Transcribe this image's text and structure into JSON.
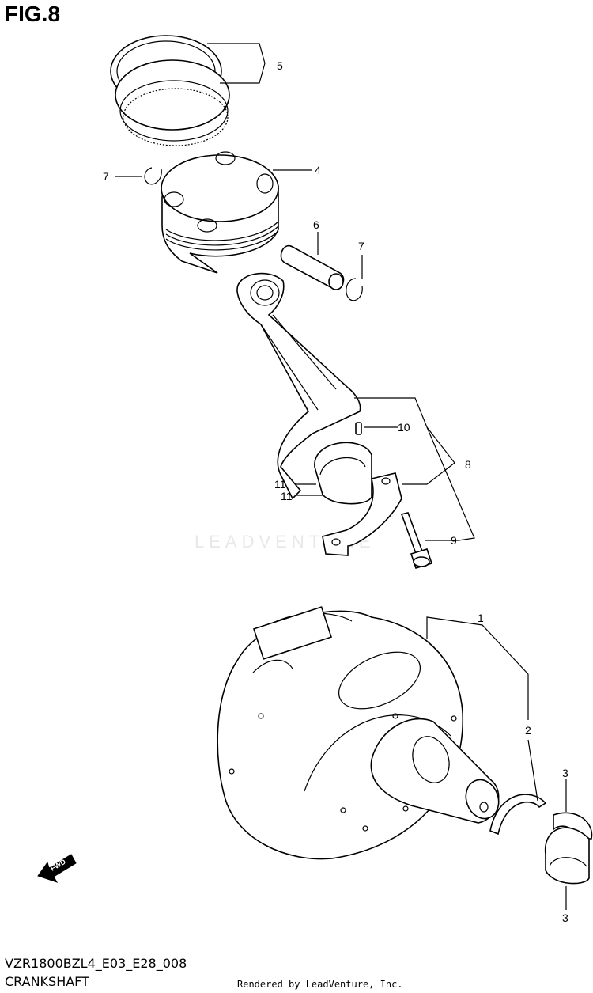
{
  "figure": {
    "title": "FIG.8",
    "model_code": "VZR1800BZL4_E03_E28_008",
    "section_name": "CRANKSHAFT",
    "credit": "Rendered by LeadVenture, Inc.",
    "watermark": "LEADVENTURE"
  },
  "direction_indicator": {
    "label": "FWD",
    "icon": "forward-arrow-icon"
  },
  "callouts": [
    {
      "id": "c5",
      "label": "5"
    },
    {
      "id": "c4",
      "label": "4"
    },
    {
      "id": "c7a",
      "label": "7"
    },
    {
      "id": "c6",
      "label": "6"
    },
    {
      "id": "c7b",
      "label": "7"
    },
    {
      "id": "c10",
      "label": "10"
    },
    {
      "id": "c8",
      "label": "8"
    },
    {
      "id": "c11a",
      "label": "11"
    },
    {
      "id": "c11b",
      "label": "11"
    },
    {
      "id": "c9",
      "label": "9"
    },
    {
      "id": "c1",
      "label": "1"
    },
    {
      "id": "c2",
      "label": "2"
    },
    {
      "id": "c3a",
      "label": "3"
    },
    {
      "id": "c3b",
      "label": "3"
    }
  ]
}
